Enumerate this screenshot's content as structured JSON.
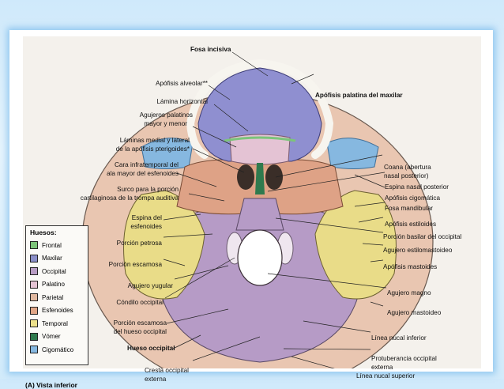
{
  "labels_left": [
    {
      "key": "apofisis_alveolar",
      "text": "Apófisis alveolar**"
    },
    {
      "key": "lamina_horizontal",
      "text": "Lámina horizontal"
    },
    {
      "key": "agujeros_palatinos_1",
      "text": "Agujeros palatinos"
    },
    {
      "key": "agujeros_palatinos_2",
      "text": "mayor y menor"
    },
    {
      "key": "laminas_1",
      "text": "Láminas medial y lateral"
    },
    {
      "key": "laminas_2",
      "text": "de la apófisis pterigoides*"
    },
    {
      "key": "cara_1",
      "text": "Cara infratemporal del"
    },
    {
      "key": "cara_2",
      "text": "ala mayor del esfenoides"
    },
    {
      "key": "surco_1",
      "text": "Surco para la porción"
    },
    {
      "key": "surco_2",
      "text": "cartilaginosa de la trompa auditiva"
    },
    {
      "key": "espina_1",
      "text": "Espina del"
    },
    {
      "key": "espina_2",
      "text": "esfenoides"
    },
    {
      "key": "porcion_petrosa",
      "text": "Porción petrosa"
    },
    {
      "key": "porcion_escamosa",
      "text": "Porción escamosa"
    },
    {
      "key": "agujero_yugular",
      "text": "Agujero yugular"
    },
    {
      "key": "condilo",
      "text": "Cóndilo occipital"
    },
    {
      "key": "pesc_1",
      "text": "Porción escamosa"
    },
    {
      "key": "pesc_2",
      "text": "del hueso occipital"
    },
    {
      "key": "hueso_occipital",
      "text": "Hueso occipital"
    },
    {
      "key": "cresta_1",
      "text": "Cresta occipital"
    },
    {
      "key": "cresta_2",
      "text": "externa"
    }
  ],
  "labels_right": [
    {
      "key": "fosa_incisiva",
      "text": "Fosa incisiva"
    },
    {
      "key": "apofisis_palatina",
      "text": "Apófisis palatina del maxilar"
    },
    {
      "key": "coana_1",
      "text": "Coana (abertura"
    },
    {
      "key": "coana_2",
      "text": "nasal posterior)"
    },
    {
      "key": "espina_nasal",
      "text": "Espina nasal posterior"
    },
    {
      "key": "apofisis_cigomatica",
      "text": "Apófisis cigomática"
    },
    {
      "key": "fosa_mandibular",
      "text": "Fosa mandibular"
    },
    {
      "key": "apofisis_estiloides",
      "text": "Apófisis estiloides"
    },
    {
      "key": "porcion_basilar",
      "text": "Porción basilar del occipital"
    },
    {
      "key": "agujero_estilo",
      "text": "Agujero estilomastoideo"
    },
    {
      "key": "apofisis_mastoides",
      "text": "Apófisis mastoides"
    },
    {
      "key": "agujero_magno",
      "text": "Agujero magno"
    },
    {
      "key": "agujero_mastoideo",
      "text": "Agujero mastoideo"
    },
    {
      "key": "linea_nucal_inferior",
      "text": "Línea nucal inferior"
    },
    {
      "key": "protuberancia_1",
      "text": "Protuberancia occipital"
    },
    {
      "key": "protuberancia_2",
      "text": "externa"
    },
    {
      "key": "linea_nucal_superior",
      "text": "Línea nucal superior"
    }
  ],
  "legend": {
    "title": "Huesos:",
    "items": [
      {
        "label": "Frontal",
        "color": "#7cc47a"
      },
      {
        "label": "Maxilar",
        "color": "#8a8ec8"
      },
      {
        "label": "Occipital",
        "color": "#b89cc4"
      },
      {
        "label": "Palatino",
        "color": "#e4c3d4"
      },
      {
        "label": "Parietal",
        "color": "#e0b8a0"
      },
      {
        "label": "Esfenoides",
        "color": "#e0a586"
      },
      {
        "label": "Temporal",
        "color": "#ece08a"
      },
      {
        "label": "Vómer",
        "color": "#2f7a4e"
      },
      {
        "label": "Cigomático",
        "color": "#86b8e0"
      }
    ]
  },
  "caption": "(A) Vista inferior"
}
